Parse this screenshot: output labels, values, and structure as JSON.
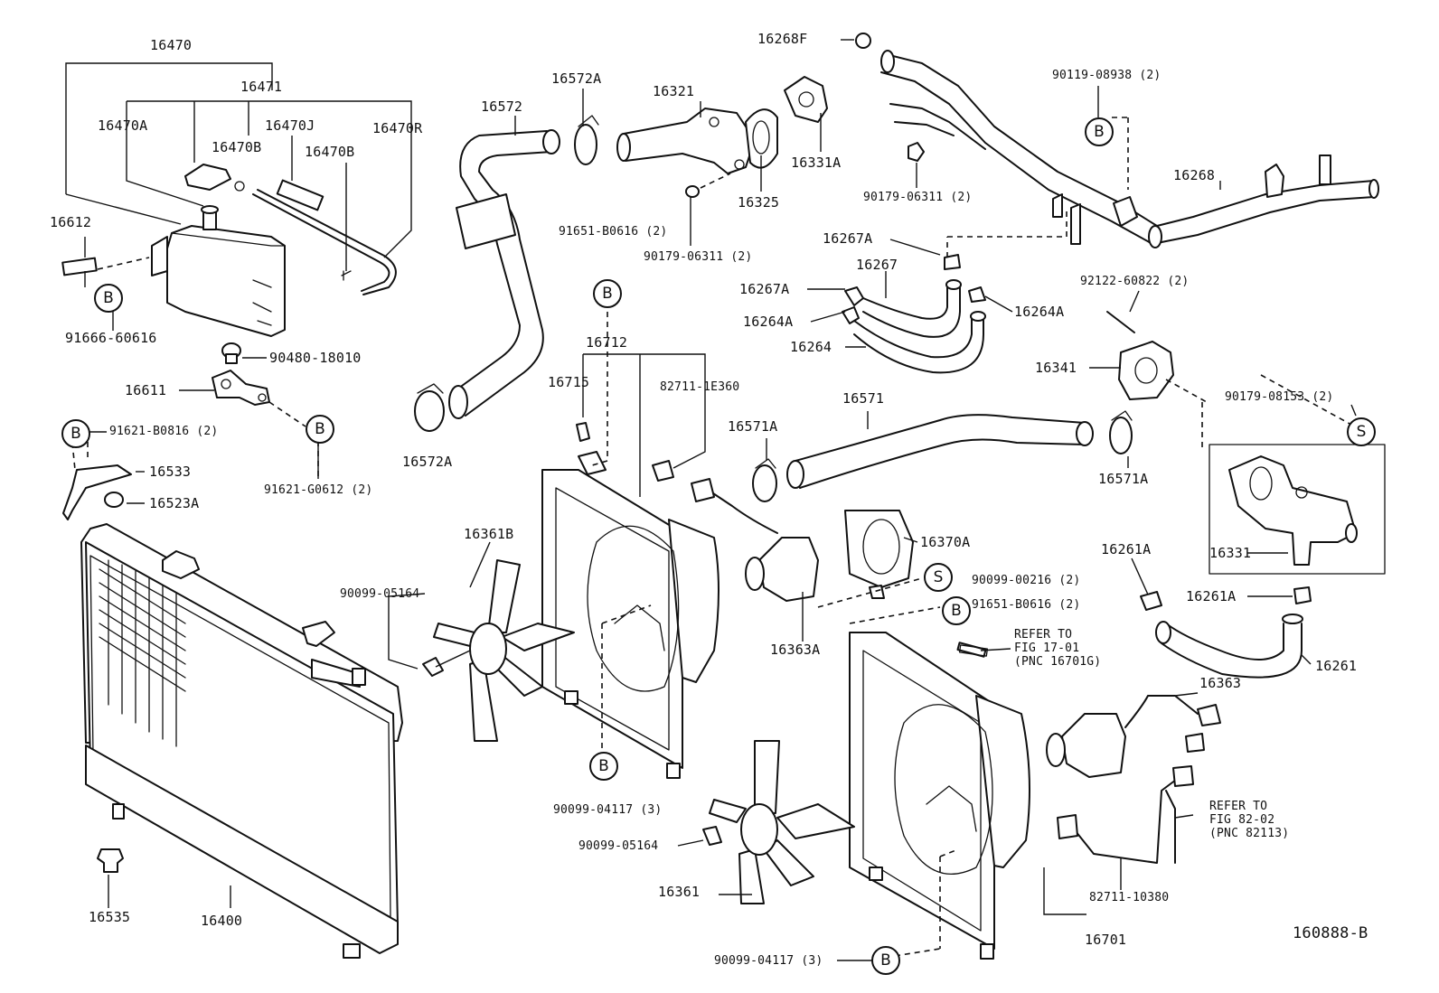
{
  "diagram_id": "160888-B",
  "part_labels": {
    "p16470": "16470",
    "p16471": "16471",
    "p16470A": "16470A",
    "p16470J": "16470J",
    "p16470R": "16470R",
    "p16470B_1": "16470B",
    "p16470B_2": "16470B",
    "p16612": "16612",
    "p91666": "91666-60616",
    "p90480": "90480-18010",
    "p16611": "16611",
    "p91621B": "91621-B0816 (2)",
    "p91621G": "91621-G0612 (2)",
    "p16533": "16533",
    "p16523A": "16523A",
    "p16535": "16535",
    "p16400": "16400",
    "p16572": "16572",
    "p16572A_top": "16572A",
    "p16572A_bot": "16572A",
    "p16321": "16321",
    "p16325": "16325",
    "p16268F": "16268F",
    "p16331A": "16331A",
    "p91651_top": "91651-B0616 (2)",
    "p90179_mid": "90179-06311 (2)",
    "p90179_top": "90179-06311 (2)",
    "p90119": "90119-08938 (2)",
    "p16268": "16268",
    "p16267A_1": "16267A",
    "p16267": "16267",
    "p16267A_2": "16267A",
    "p16264A_1": "16264A",
    "p16264A_2": "16264A",
    "p16264": "16264",
    "p92122": "92122-60822 (2)",
    "p16341": "16341",
    "p90179_08153": "90179-08153 (2)",
    "p16712": "16712",
    "p16715": "16715",
    "p82711_1E": "82711-1E360",
    "p16571": "16571",
    "p16571A_1": "16571A",
    "p16571A_2": "16571A",
    "p16361B": "16361B",
    "p16370A": "16370A",
    "p90099_00216": "90099-00216 (2)",
    "p91651_bot": "91651-B0616 (2)",
    "p16331": "16331",
    "p16261A_1": "16261A",
    "p16261A_2": "16261A",
    "p16261": "16261",
    "p90099_05164_1": "90099-05164",
    "p16363A": "16363A",
    "p90099_04117_1": "90099-04117 (3)",
    "p16363": "16363",
    "p90099_05164_2": "90099-05164",
    "p16361": "16361",
    "p82711_10380": "82711-10380",
    "p16701": "16701",
    "p90099_04117_2": "90099-04117 (3)"
  },
  "refer_notes": {
    "fig17_line1": "REFER TO",
    "fig17_line2": "FIG 17-01",
    "fig17_line3": "(PNC 16701G)",
    "fig82_line1": "REFER TO",
    "fig82_line2": "FIG 82-02",
    "fig82_line3": "(PNC 82113)"
  },
  "markers": {
    "B": "B",
    "S": "S"
  }
}
